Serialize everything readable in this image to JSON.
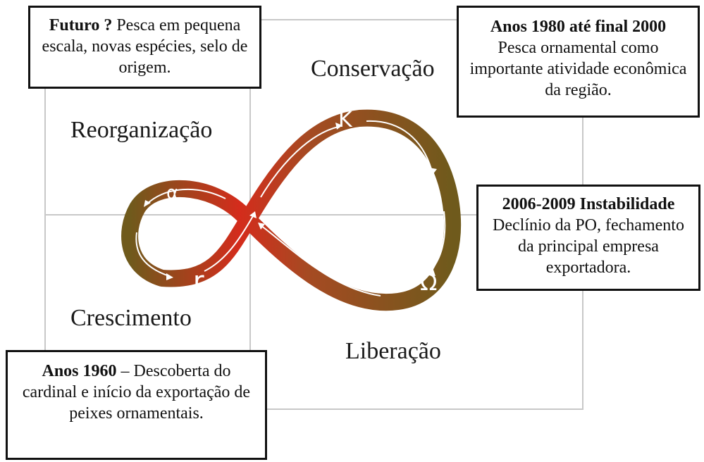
{
  "phases": {
    "conservation": "Conservação",
    "reorganization": "Reorganização",
    "growth": "Crescimento",
    "release": "Liberação"
  },
  "markers": {
    "alpha": "α",
    "kappa": "K",
    "r": "r",
    "omega": "Ω"
  },
  "boxes": {
    "future": {
      "bold": "Futuro ?",
      "text": " Pesca em pequena escala, novas espécies, selo de origem."
    },
    "eighties": {
      "bold": "Anos 1980 até final 2000",
      "text": "Pesca ornamental como importante atividade econômica da região."
    },
    "instability": {
      "bold": "2006-2009 Instabilidade",
      "text": "Declínio da PO, fechamento da principal empresa exportadora."
    },
    "sixties": {
      "bold": "Anos 1960",
      "text": " – Descoberta do cardinal e início da exportação de peixes ornamentais."
    }
  },
  "colors": {
    "band_dark": "#6f5a1c",
    "band_red": "#d42c1c",
    "band_mid": "#a64a22",
    "grid": "#c8c8c8"
  }
}
